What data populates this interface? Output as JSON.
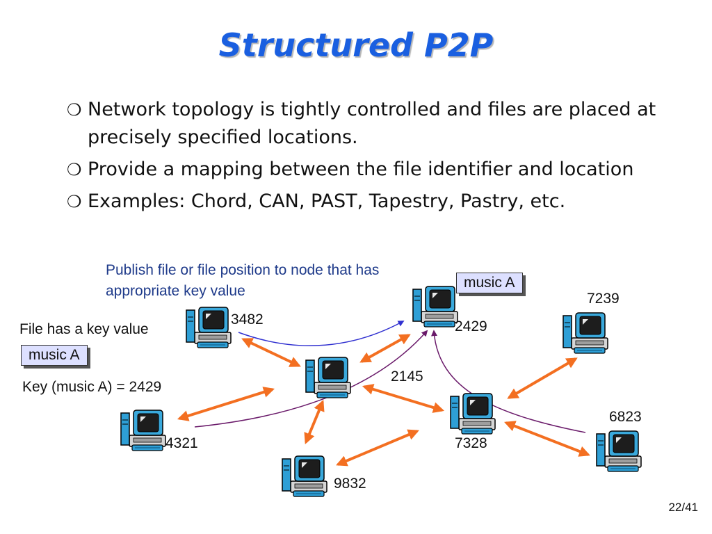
{
  "slide": {
    "title": "Structured P2P",
    "bullets": [
      "Network topology is tightly controlled and files are placed at precisely specified locations.",
      "Provide a mapping between the file identifier and location",
      "Examples: Chord, CAN, PAST, Tapestry, Pastry, etc."
    ],
    "bullet_marker": "❍",
    "page_number": "22/41"
  },
  "diagram": {
    "caption": "Publish file or file position to node that has appropriate key value",
    "file_key_label": "File has a key value",
    "tag_left": "music A",
    "tag_top": "music A",
    "key_formula": "Key (music A) = 2429",
    "nodes": {
      "n3482": "3482",
      "n2429": "2429",
      "n7239": "7239",
      "n2145": "2145",
      "n6823": "6823",
      "n4321": "4321",
      "n7328": "7328",
      "n9832": "9832"
    },
    "colors": {
      "title": "#1a5fe0",
      "link_arrow": "#f36f21",
      "publish_arrow": "#3030d0",
      "lookup_arrow": "#6a1a6a",
      "tag_fill": "#dde0ff"
    }
  }
}
